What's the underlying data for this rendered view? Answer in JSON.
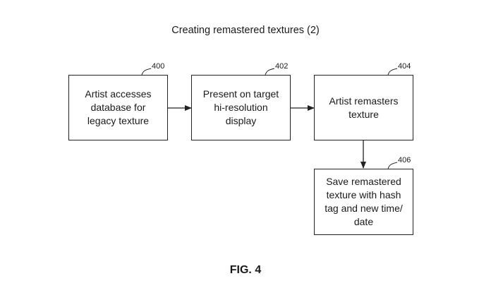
{
  "title": "Creating remastered textures (2)",
  "figure_label": "FIG. 4",
  "nodes": [
    {
      "id": "400",
      "ref": "400",
      "text": "Artist accesses\ndatabase for\nlegacy texture"
    },
    {
      "id": "402",
      "ref": "402",
      "text": "Present on target\nhi-resolution\ndisplay"
    },
    {
      "id": "404",
      "ref": "404",
      "text": "Artist remasters\ntexture"
    },
    {
      "id": "406",
      "ref": "406",
      "text": "Save remastered\ntexture with hash\ntag and new time/\ndate"
    }
  ],
  "edges": [
    {
      "from": "400",
      "to": "402"
    },
    {
      "from": "402",
      "to": "404"
    },
    {
      "from": "404",
      "to": "406"
    }
  ]
}
